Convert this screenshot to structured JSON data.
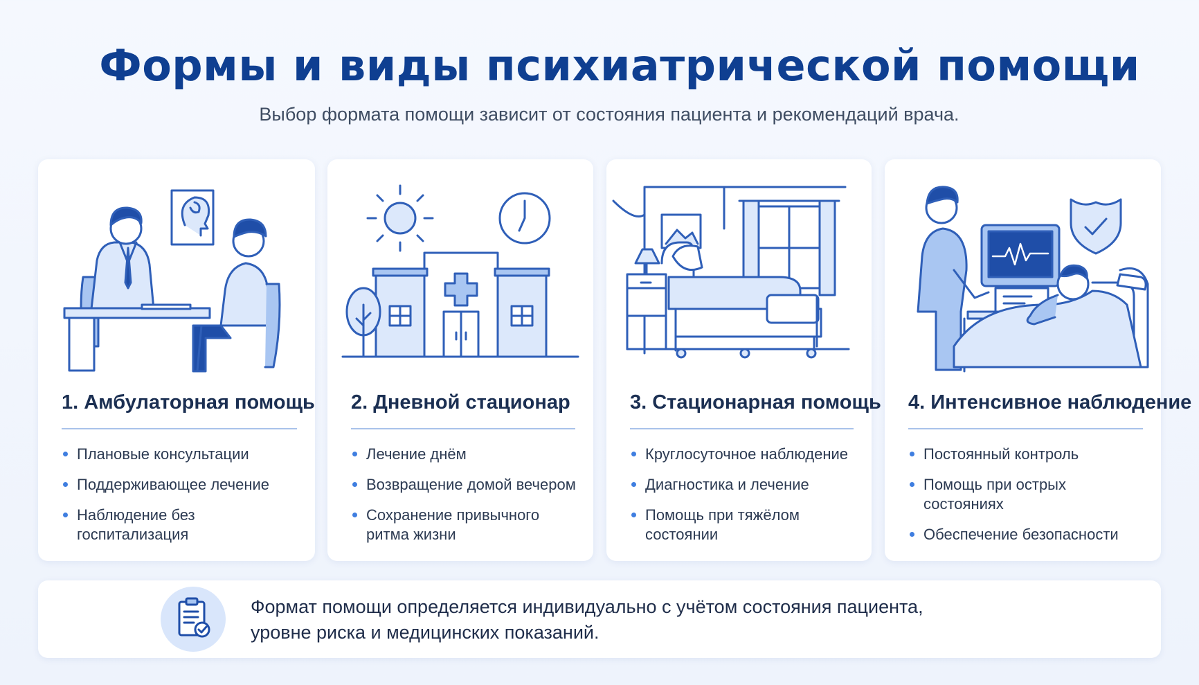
{
  "header": {
    "title": "Формы и виды психиатрической помощи",
    "subtitle": "Выбор формата помощи зависит от состояния пациента и рекомендаций врача."
  },
  "cards": [
    {
      "title": "1. Амбулаторная помощь",
      "items": [
        "Плановые консультации",
        "Поддерживающее лечение",
        "Наблюдение без госпитализация"
      ]
    },
    {
      "title": "2.  Дневной стационар",
      "items": [
        "Лечение днём",
        "Возвращение домой вечером",
        "Сохранение привычного ритма жизни"
      ]
    },
    {
      "title": "3. Стационарная помощь",
      "items": [
        "Круглосуточное наблюдение",
        "Диагностика и лечение",
        "Помощь при тяжёлом состоянии"
      ]
    },
    {
      "title": "4. Интенсивное наблюдение",
      "items": [
        "Постоянный контроль",
        "Помощь при острых состояниях",
        "Обеспечение безопасности"
      ]
    }
  ],
  "note": {
    "icon": "clipboard-check-icon",
    "line1": "Формат помощи определяется индивидуально с учётом состояния пациента,",
    "line2": "уровне риска и медицинских показаний."
  },
  "colors": {
    "title": "#0f3f91",
    "accent": "#3f7ee0",
    "line": "#2f5fb8",
    "fill_light": "#dce8fb",
    "fill_mid": "#a9c6f2",
    "background": "#f2f6fd"
  }
}
